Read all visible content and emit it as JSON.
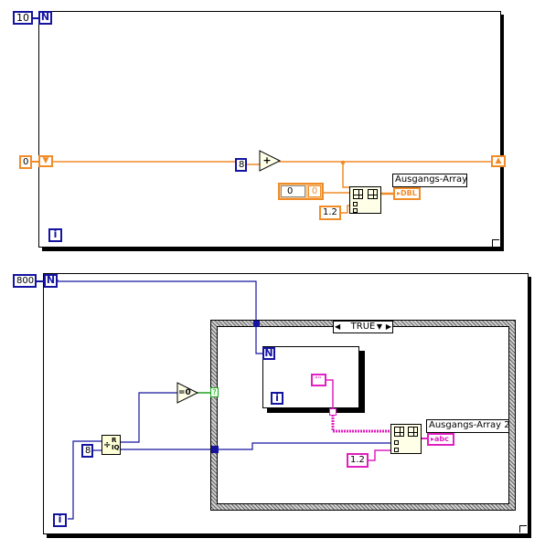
{
  "loop1": {
    "count_constant": "10",
    "count_terminal": "N",
    "iteration_terminal": "i",
    "shift_init_constant": "0",
    "add_constant": "8",
    "add_op": "+",
    "array_index_constant": "0",
    "array_value_constant": "0",
    "element_constant": "1.2",
    "indicator_label": "Ausgangs-Array",
    "indicator_type": "DBL"
  },
  "loop2": {
    "count_constant": "800",
    "count_terminal": "N",
    "iteration_terminal": "i",
    "divisor_constant": "8",
    "quotient_label": "R IQ",
    "equals_zero_op": "=0",
    "boolean_tunnel": "?",
    "case_selector_value": "TRUE",
    "inner_count_terminal": "N",
    "inner_iteration_terminal": "i",
    "empty_string_constant": "\"\"",
    "element_constant": "1.2",
    "indicator_label": "Ausgangs-Array 2",
    "indicator_type": "abc"
  },
  "colors": {
    "numeric_int_wire": "#1414a0",
    "numeric_dbl_wire": "#f08c28",
    "string_wire": "#e020c0",
    "boolean_wire": "#20a020"
  }
}
